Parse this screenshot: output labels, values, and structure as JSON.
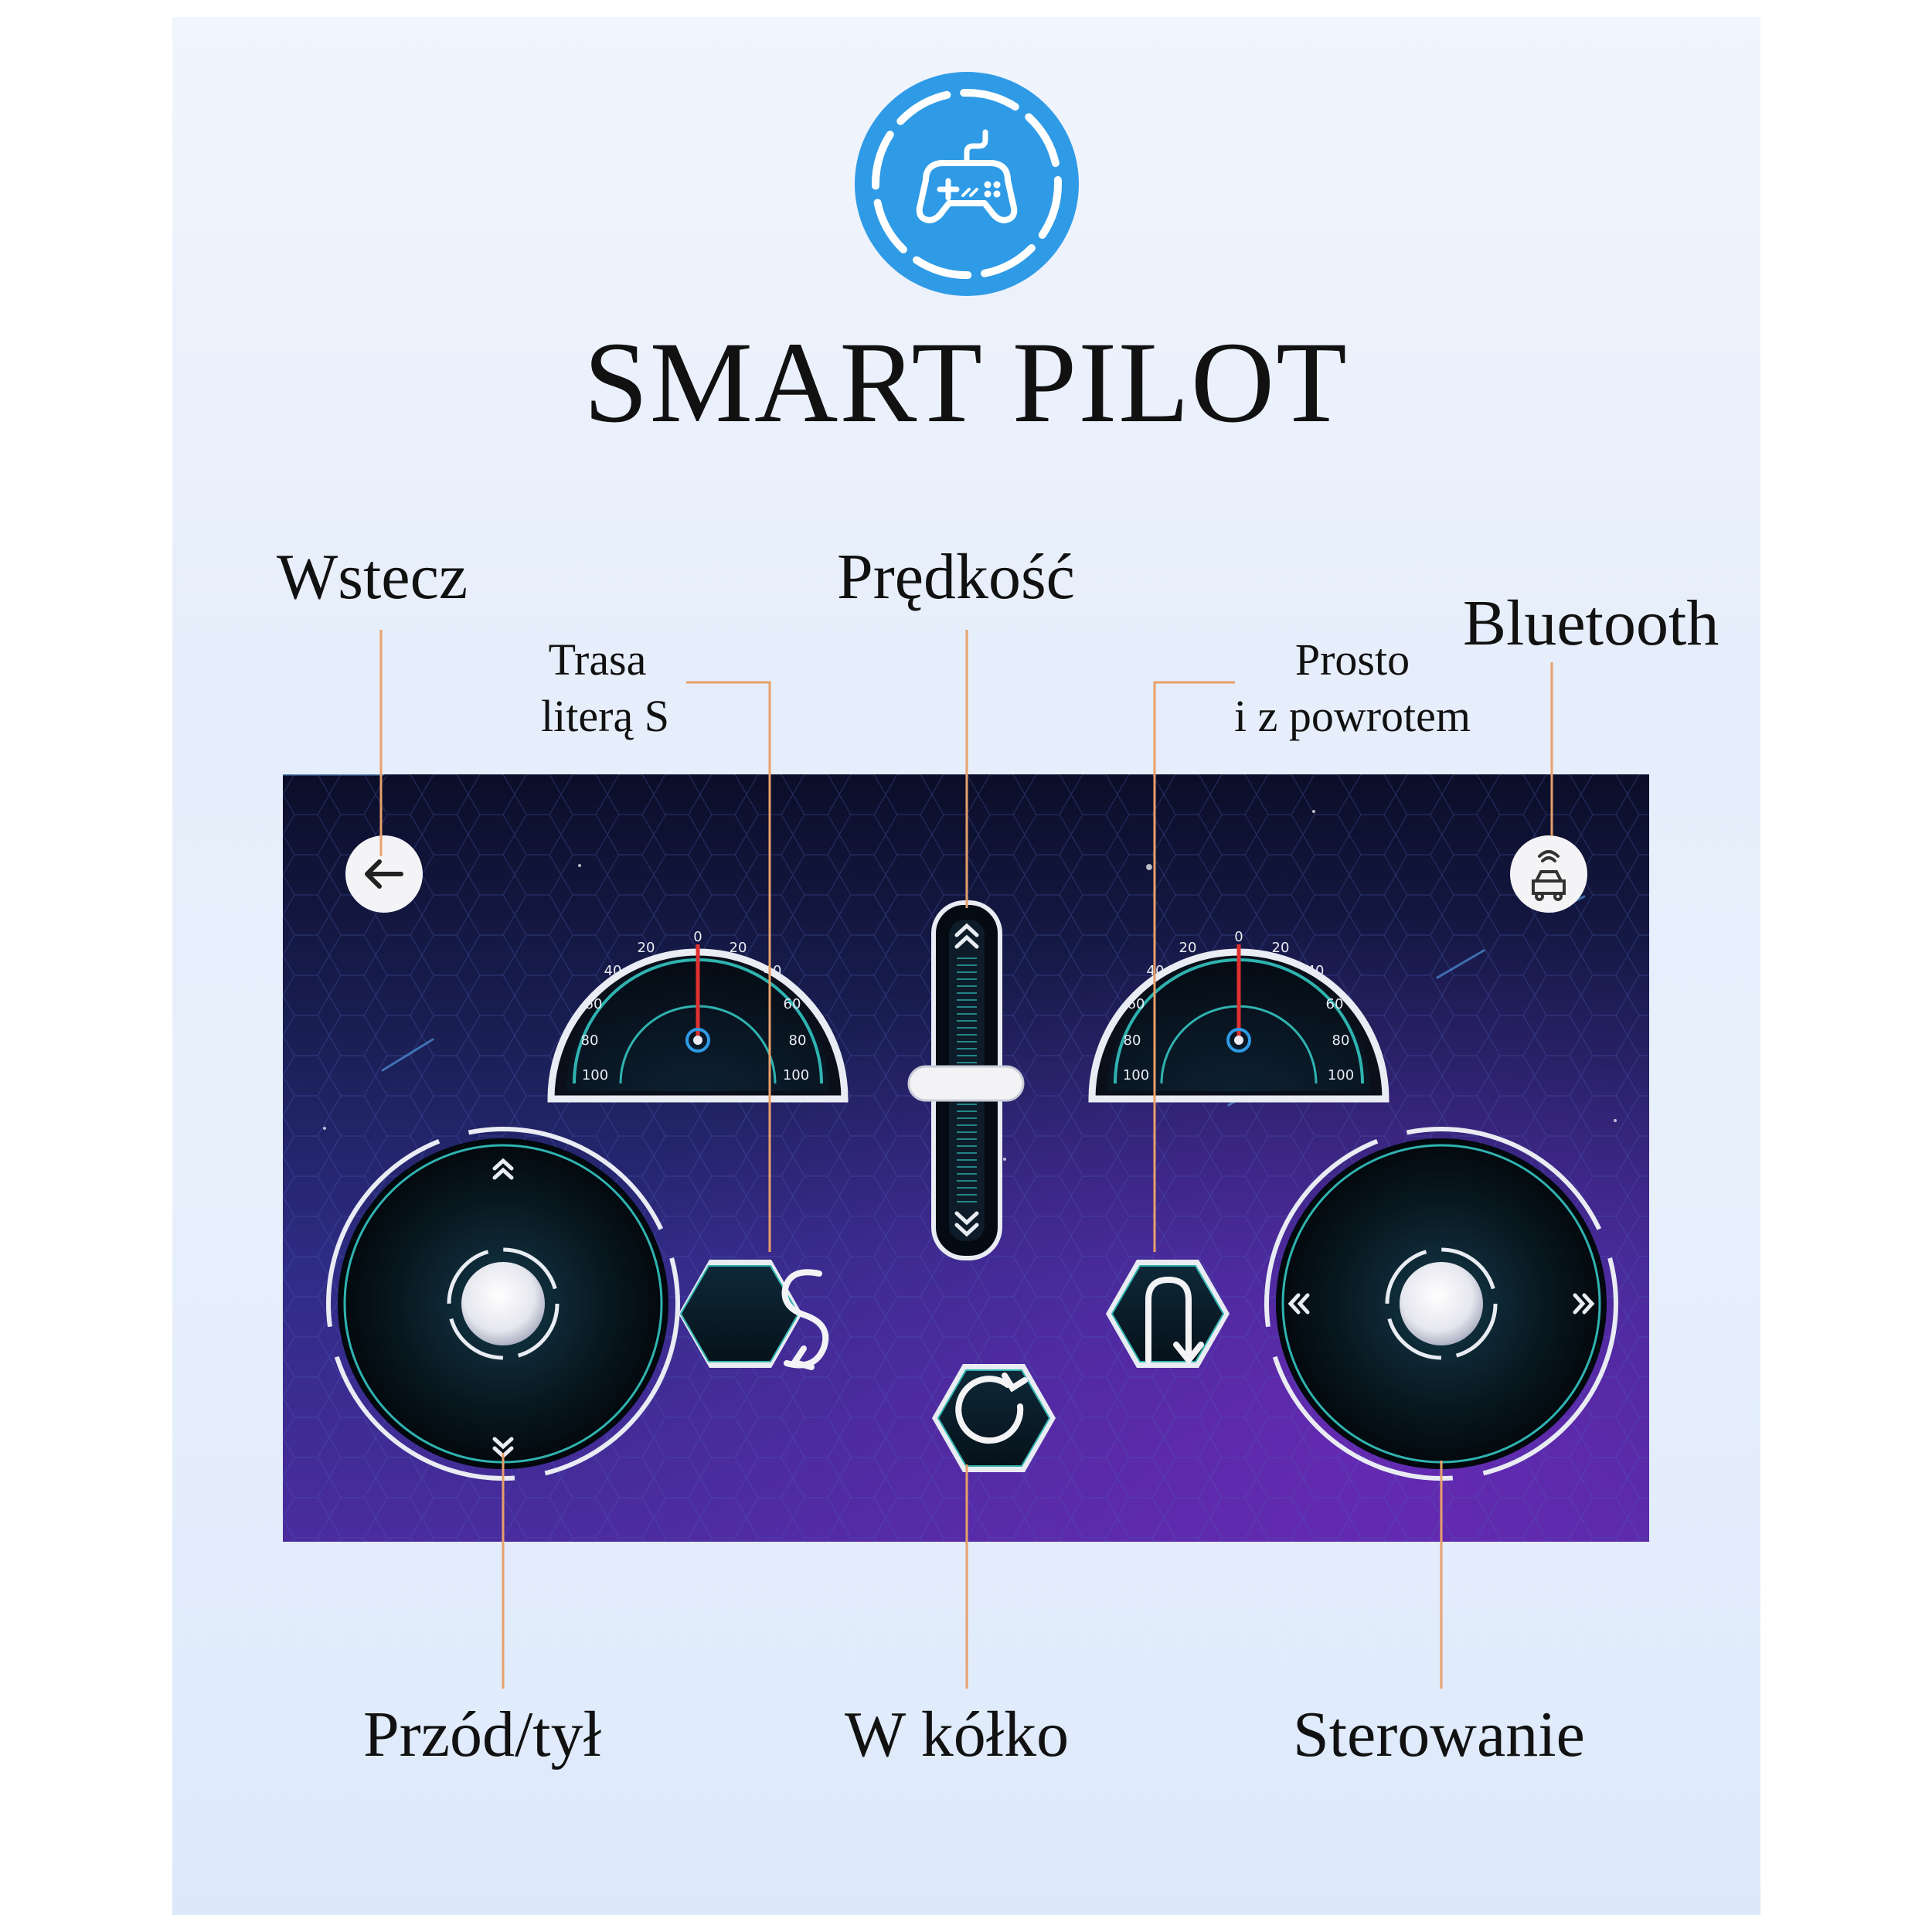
{
  "header": {
    "title": "SMART PILOT",
    "logo_icon": "gamepad-icon"
  },
  "labels": {
    "back": "Wstecz",
    "s_route_line1": "Trasa",
    "s_route_line2": "literą S",
    "speed": "Prędkość",
    "straight_line1": "Prosto",
    "straight_line2": "i z powrotem",
    "bluetooth": "Bluetooth",
    "forward_back": "Przód/tył",
    "circle": "W kółko",
    "steering": "Sterowanie"
  },
  "gauges": {
    "ticks_left": [
      "20",
      "40",
      "60",
      "80",
      "100"
    ],
    "ticks_right": [
      "20",
      "40",
      "60",
      "80",
      "100"
    ],
    "zero": "0"
  },
  "colors": {
    "accent_blue": "#2f9be6",
    "leader_orange": "#e8a06a",
    "teal": "#2fb3b0",
    "needle": "#e03030"
  },
  "icons": {
    "back": "arrow-left-icon",
    "bluetooth": "bluetooth-car-icon",
    "s_route": "s-route-icon",
    "straight": "u-turn-icon",
    "circle": "circle-arrow-icon"
  }
}
